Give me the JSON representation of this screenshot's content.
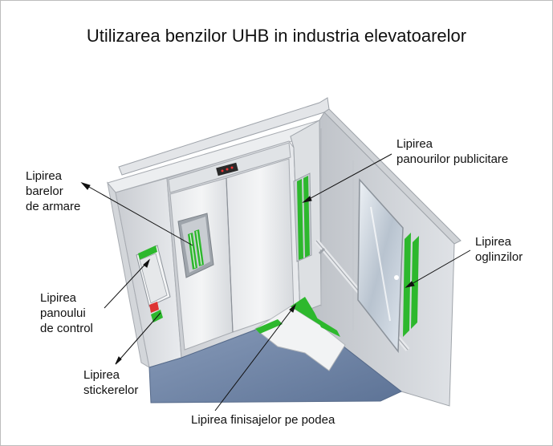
{
  "title": "Utilizarea benzilor UHB in industria elevatoarelor",
  "labels": {
    "bars": [
      "Lipirea",
      "barelor",
      "de armare"
    ],
    "ads": [
      "Lipirea",
      "panourilor publicitare"
    ],
    "mirrors": [
      "Lipirea",
      "oglinzilor"
    ],
    "control": [
      "Lipirea",
      "panoului",
      "de control"
    ],
    "stickers": [
      "Lipirea",
      "stickerelor"
    ],
    "floor": "Lipirea finisajelor pe podea"
  },
  "colors": {
    "tape_green": "#2db82d",
    "wall": "#d9dce0",
    "floor": "#6f86a8"
  }
}
